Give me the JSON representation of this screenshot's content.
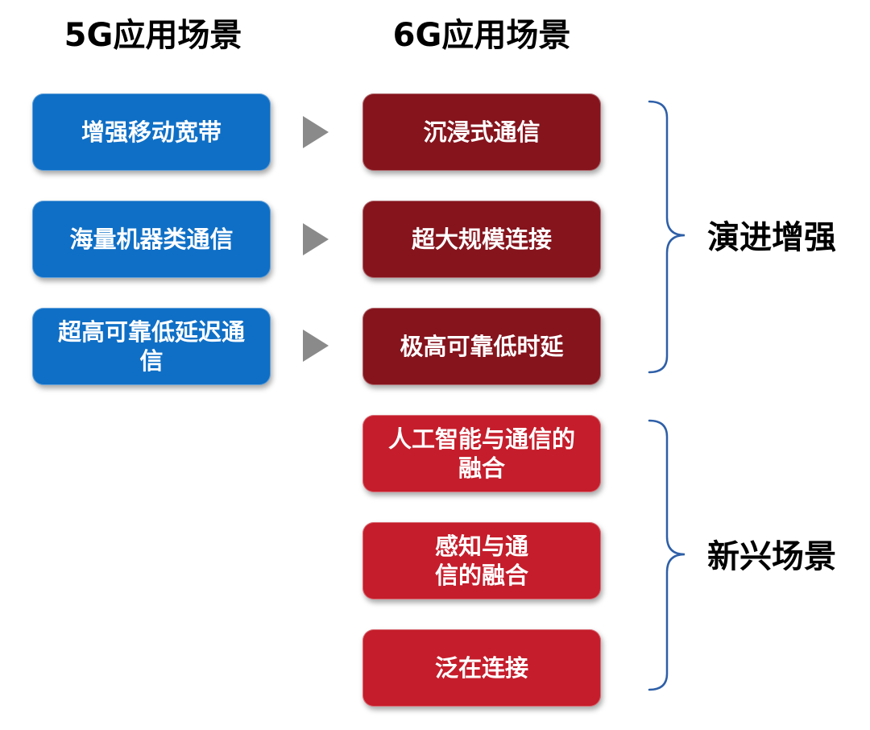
{
  "headings": {
    "left": "5G应用场景",
    "right": "6G应用场景"
  },
  "colors": {
    "box_5g": "#0f6fc6",
    "box_6g_evolution": "#85141d",
    "box_6g_new": "#c51d2b",
    "arrow": "#8a8a8a",
    "brace": "#2e5fa8"
  },
  "scenarios_5g": [
    "增强移动宽带",
    "海量机器类通信",
    "超高可靠低延迟通信"
  ],
  "scenarios_6g": [
    "沉浸式通信",
    "超大规模连接",
    "极高可靠低时延",
    "人工智能与通信的融合",
    "感知与通信的融合",
    "泛在连接"
  ],
  "groups": {
    "evolution": "演进增强",
    "emerging": "新兴场景"
  }
}
